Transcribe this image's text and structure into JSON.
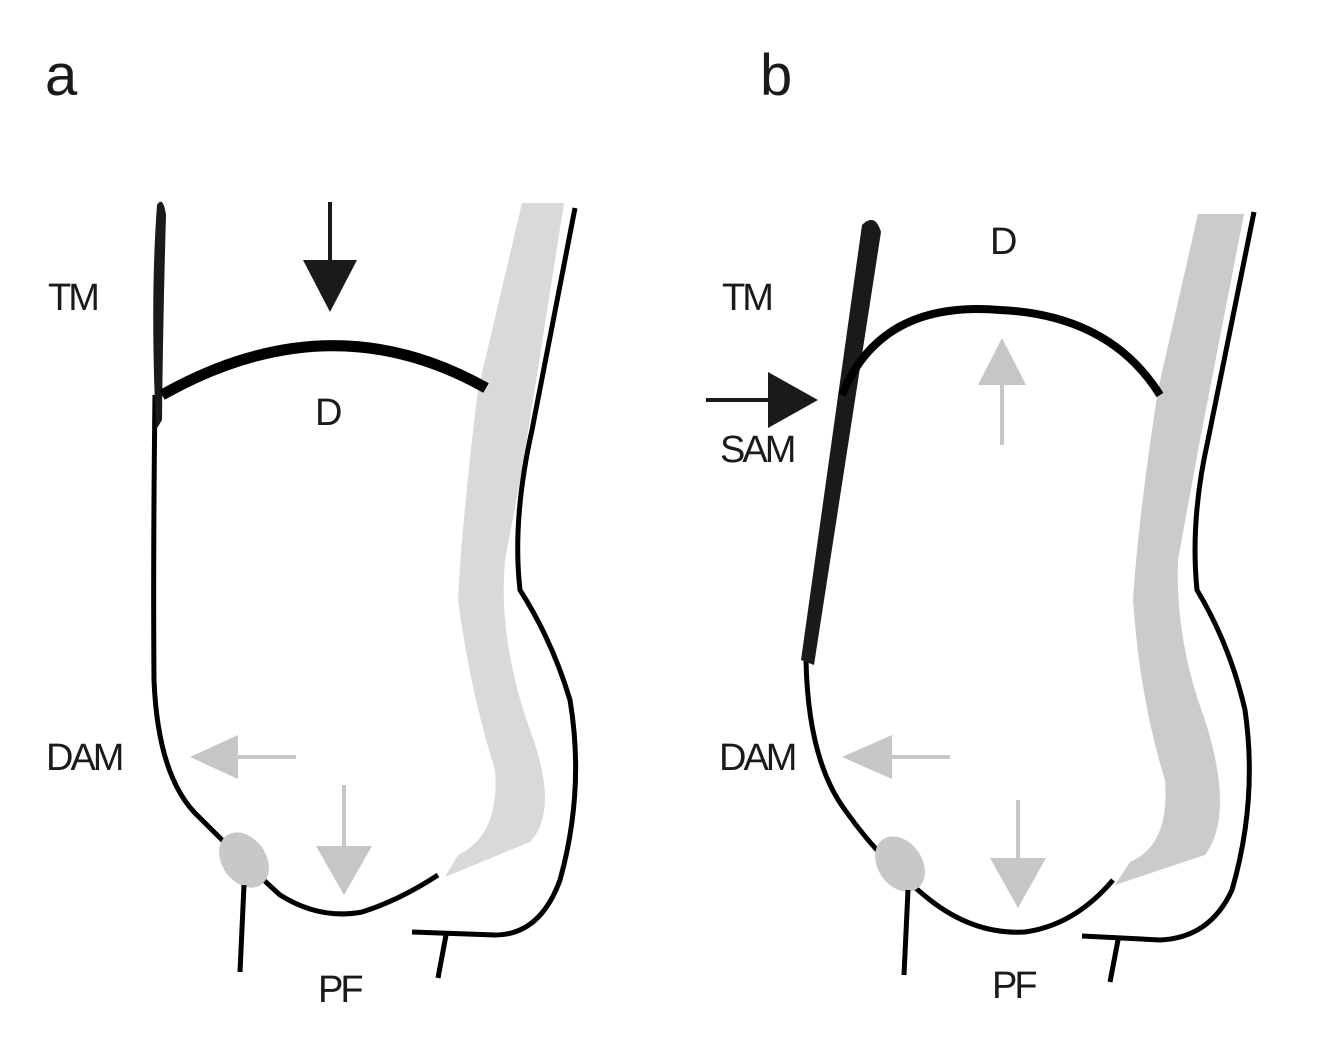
{
  "panels": [
    {
      "id": "a",
      "letter": "a",
      "labels": {
        "tm": "TM",
        "d": "D",
        "dam": "DAM",
        "pf": "PF"
      }
    },
    {
      "id": "b",
      "letter": "b",
      "labels": {
        "tm": "TM",
        "d": "D",
        "sam": "SAM",
        "dam": "DAM",
        "pf": "PF"
      }
    }
  ],
  "colors": {
    "outline": "#000000",
    "dark_arrow": "#1a1a1a",
    "light_arrow": "#c6c6c6",
    "muscle_fill_a": "#d9d9d9",
    "muscle_fill_b": "#cbcbcb",
    "oval_fill": "#c8c8c8"
  }
}
